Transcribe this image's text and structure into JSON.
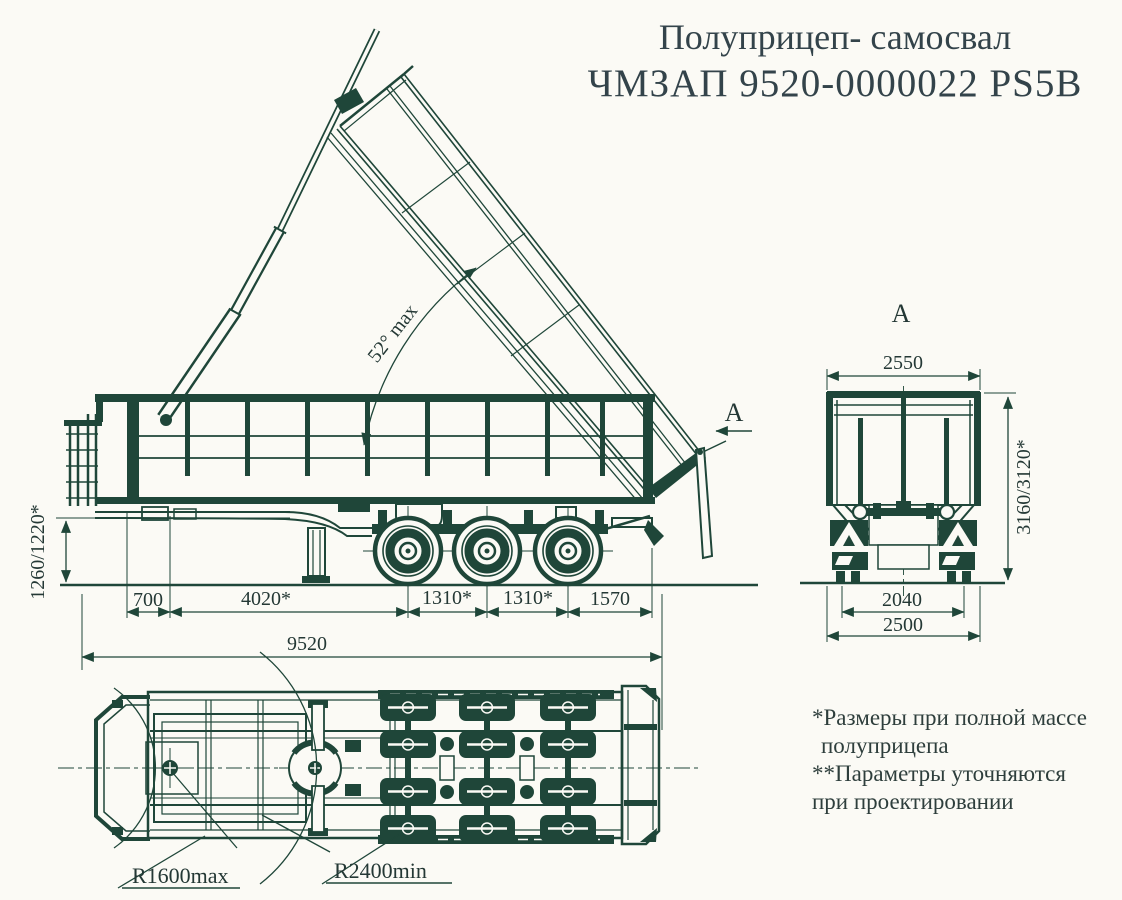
{
  "title": {
    "line1": "Полуприцеп- самосвал",
    "line2": "ЧМЗАП 9520-0000022  PS5B"
  },
  "side_view": {
    "tip_angle_label": "52° max",
    "view_arrow_label": "A",
    "dims": {
      "fifth_wheel_height": "1260/1220*",
      "front_to_kingpin": "700",
      "kingpin_to_axle1": "4020*",
      "axle_spacing_1": "1310*",
      "axle_spacing_2": "1310*",
      "rear_overhang": "1570",
      "overall_length": "9520"
    }
  },
  "rear_view": {
    "view_label": "A",
    "dims": {
      "body_width": "2550",
      "overall_height": "3160/3120*",
      "track_width": "2040",
      "overall_width": "2500"
    }
  },
  "plan_view": {
    "radii": {
      "front_swing": "R1600max",
      "rear_swing": "R2400min"
    }
  },
  "notes": {
    "line1": "*Размеры при полной массе",
    "line2": "полуприцепа",
    "line3": "**Параметры уточняются",
    "line4": "при проектировании"
  },
  "colors": {
    "ink": "#1f4639",
    "paper": "#fbfaf5",
    "text": "#2c3c3f"
  }
}
